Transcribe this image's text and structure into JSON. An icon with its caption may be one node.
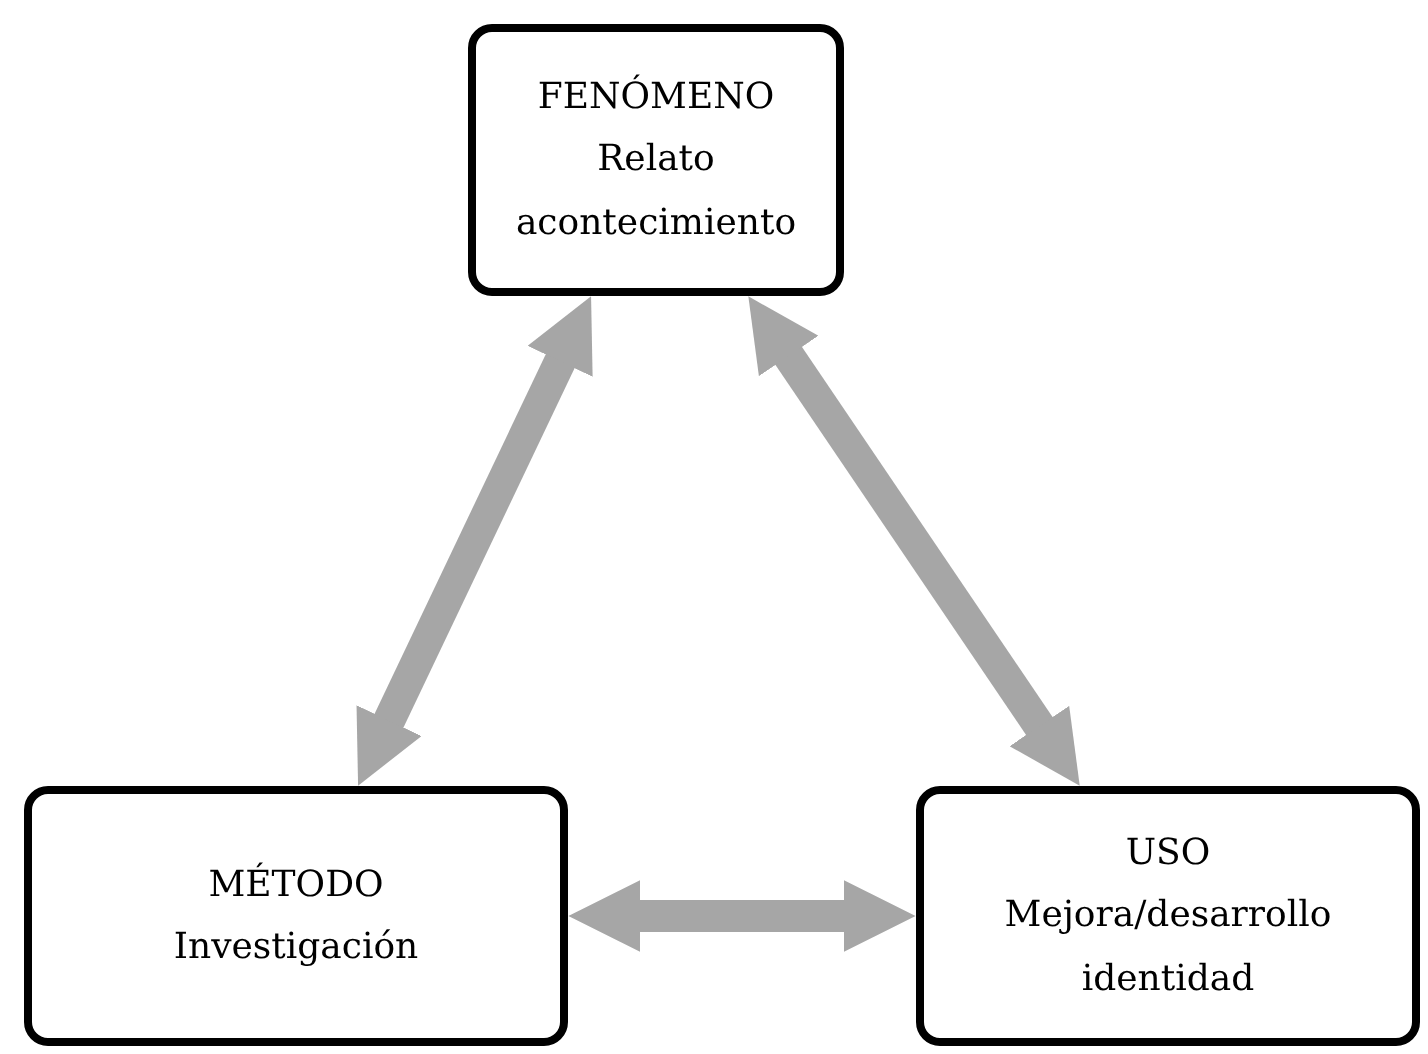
{
  "diagram": {
    "nodes": [
      {
        "text": [
          "FENÓMENO",
          "Relato acontecimiento"
        ]
      },
      {
        "text": [
          "MÉTODO",
          "Investigación"
        ]
      },
      {
        "text": [
          "USO",
          "Mejora/desarrollo identidad"
        ]
      }
    ],
    "edges": [
      {
        "from": 1,
        "to": 0,
        "arrow": "both"
      },
      {
        "from": 0,
        "to": 2,
        "arrow": "both"
      },
      {
        "from": 1,
        "to": 2,
        "arrow": "both"
      }
    ]
  }
}
